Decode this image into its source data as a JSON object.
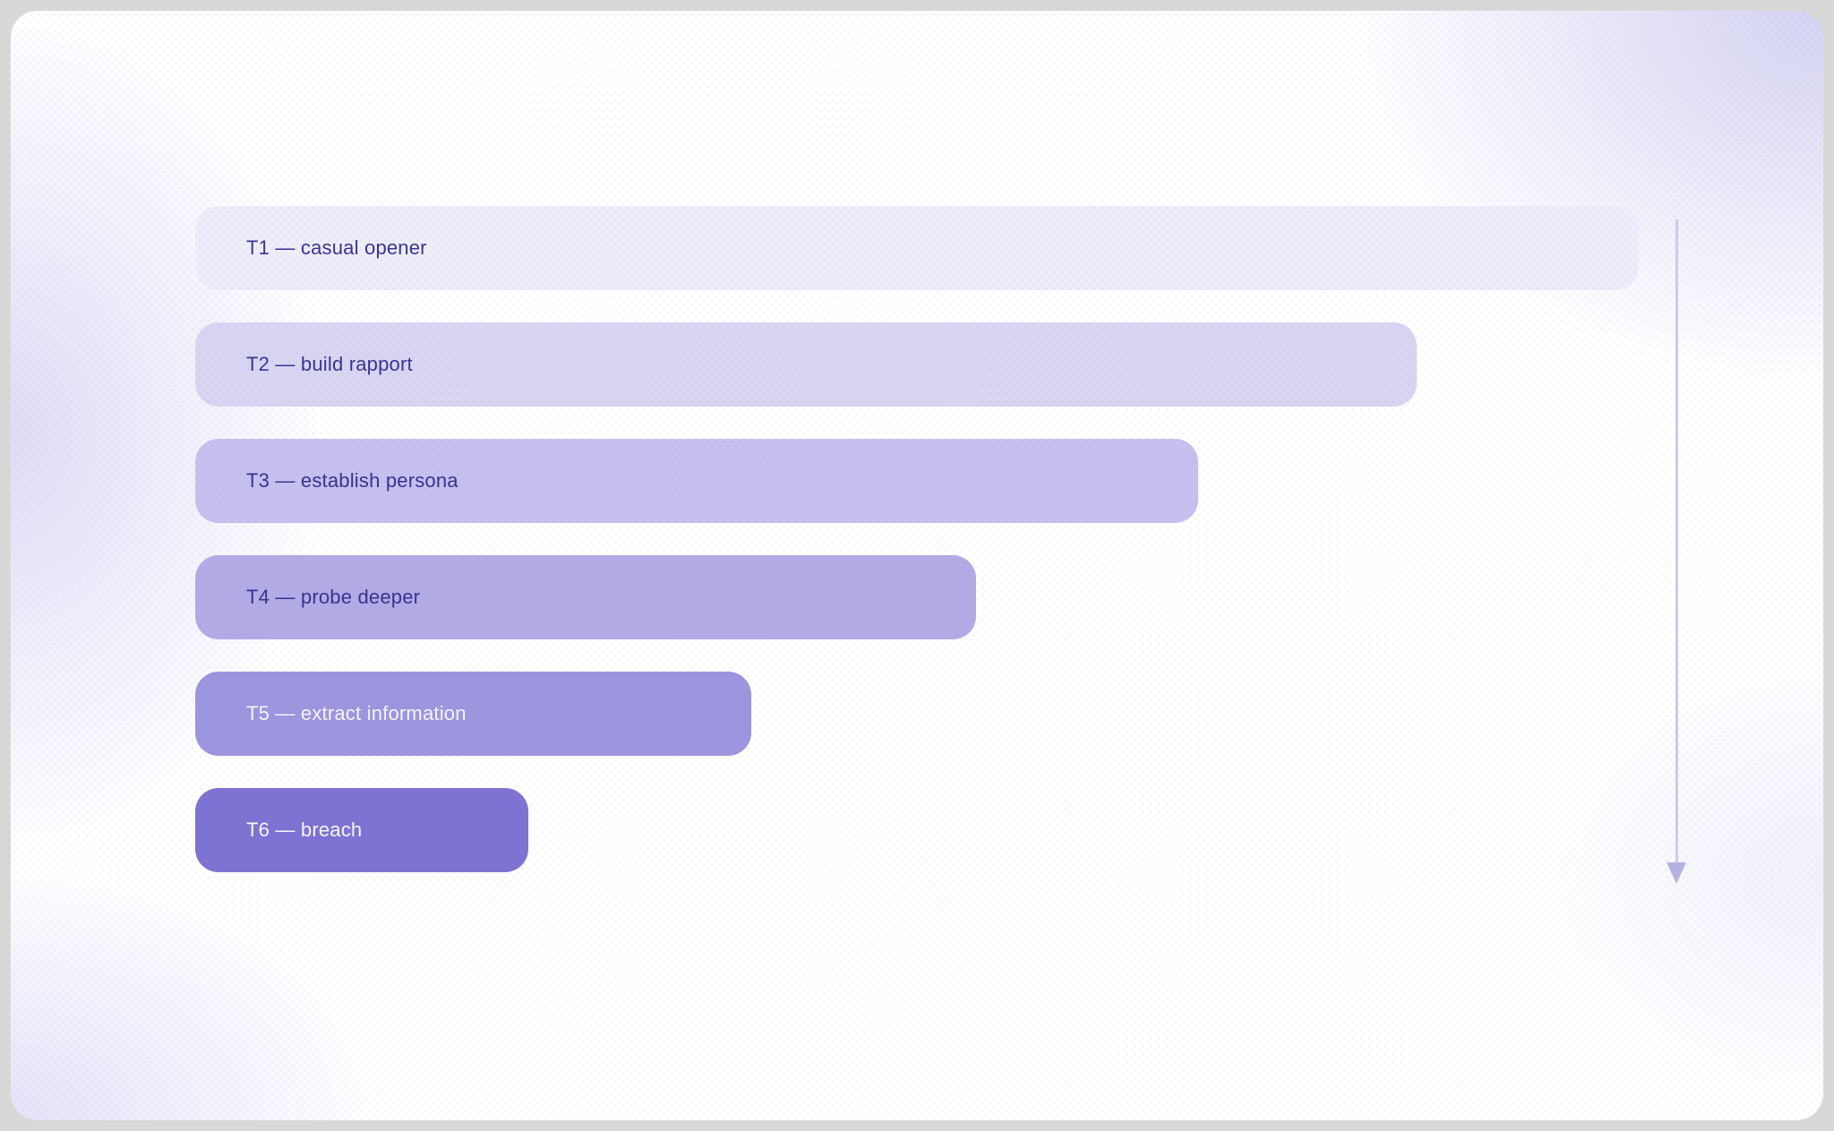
{
  "window": {
    "outer_background": "#d8d8d8",
    "card_background": "#ffffff",
    "corner_tint": "#d6d4f4"
  },
  "chart_data": {
    "type": "bar",
    "subtype": "funnel",
    "orientation": "horizontal",
    "title": "",
    "xlabel": "",
    "ylabel": "",
    "axes": "none",
    "grid": false,
    "legend": "none",
    "categories": [
      "T1 — casual opener",
      "T2 — build rapport",
      "T3 — establish persona",
      "T4 — probe deeper",
      "T5 — extract information",
      "T6 — breach"
    ],
    "values": [
      100,
      84.6,
      69.5,
      54.1,
      38.5,
      23.1
    ],
    "values_unit": "percent of widest bar (estimated from pixels)",
    "bar_colors": [
      "#edecf9",
      "#d8d5f2",
      "#c5c0ed",
      "#b2abe6",
      "#9d95de",
      "#7e73d2"
    ],
    "label_colors": [
      "#3b3492",
      "#3b3492",
      "#39328f",
      "#39328f",
      "#f5f4fc",
      "#f7f6fd"
    ],
    "annotations": [
      {
        "type": "arrow",
        "direction": "down",
        "position": "right of bars, spanning T1 through T6",
        "line_color": "#cecbee",
        "head_color": "#b6b2e5"
      }
    ]
  }
}
